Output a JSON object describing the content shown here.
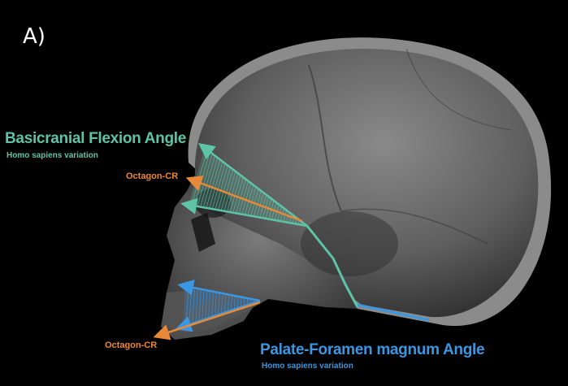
{
  "figure": {
    "panel_label": "A)",
    "basicranial": {
      "title": "Basicranial Flexion Angle",
      "subtitle": "Homo sapiens variation",
      "reference": "Octagon-CR"
    },
    "palate": {
      "title": "Palate-Foramen magnum Angle",
      "subtitle": "Homo sapiens variation",
      "reference": "Octagon-CR"
    }
  },
  "colors": {
    "background": "#000000",
    "skull": "#6b6b6b",
    "skull_shell": "#9a9a9a",
    "basicranial": "#5fc3a6",
    "palate": "#3a97e3",
    "octagon": "#e8893a",
    "panel_label": "#ffffff"
  }
}
